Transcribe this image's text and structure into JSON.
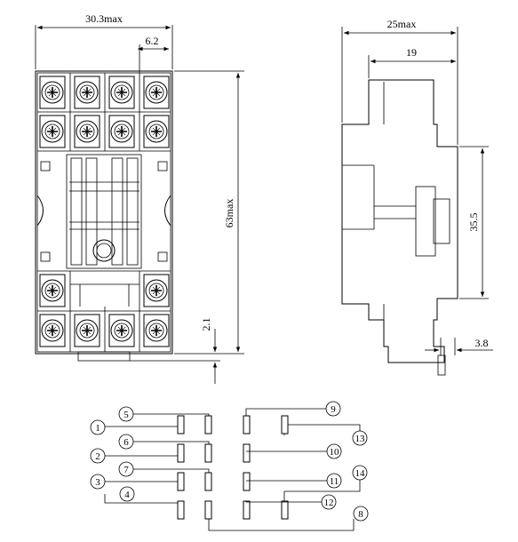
{
  "front_view": {
    "dim_width": "30.3max",
    "dim_pitch": "6.2",
    "dim_height": "63max",
    "dim_offset": "2.1"
  },
  "side_view": {
    "dim_depth": "25max",
    "dim_inner": "19",
    "dim_rail": "35.5",
    "dim_foot": "3.8"
  },
  "wiring": {
    "pins": {
      "p1": "1",
      "p2": "2",
      "p3": "3",
      "p4": "4",
      "p5": "5",
      "p6": "6",
      "p7": "7",
      "p8": "8",
      "p9": "9",
      "p10": "10",
      "p11": "11",
      "p12": "12",
      "p13": "13",
      "p14": "14"
    }
  }
}
